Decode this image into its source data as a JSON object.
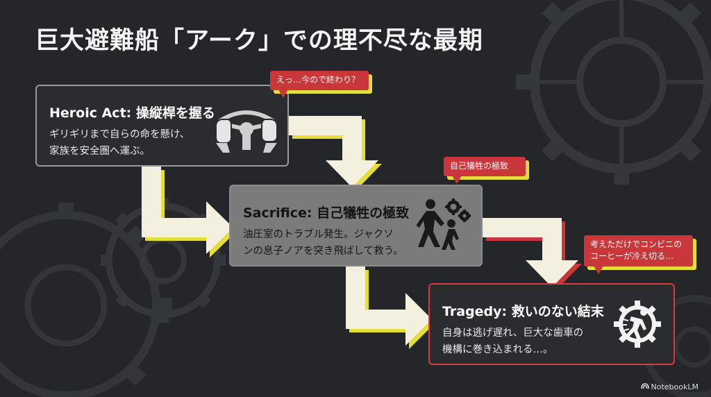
{
  "title": "巨大避難船「アーク」での理不尽な最期",
  "cards": [
    {
      "title": "Heroic Act: 操縦桿を握る",
      "body": [
        "ギリギリまで自らの命を懸け、",
        "家族を安全圏へ運ぶ。"
      ],
      "icon": "steering-wheel-hands-icon"
    },
    {
      "title": "Sacrifice: 自己犠牲の極致",
      "body": [
        "油圧室のトラブル発生。ジャクソ",
        "ンの息子ノアを突き飛ばして救う。"
      ],
      "icon": "person-pushing-child-icon"
    },
    {
      "title": "Tragedy: 救いのない結末",
      "body": [
        "自身は逃げ遅れ、巨大な歯車の",
        "機構に巻き込まれる…。"
      ],
      "icon": "person-caught-in-gear-icon"
    }
  ],
  "callouts": [
    {
      "lines": [
        "えっ…今ので終わり？"
      ]
    },
    {
      "lines": [
        "自己犠牲の極致"
      ]
    },
    {
      "lines": [
        "考えただけでコンビニの",
        "コーヒーが冷え切る…"
      ]
    }
  ],
  "brand": "NotebookLM",
  "colors": {
    "background": "#242629",
    "accent_red": "#d93a3f",
    "accent_yellow": "#e4dd3a",
    "arrow": "#f3f0df"
  }
}
